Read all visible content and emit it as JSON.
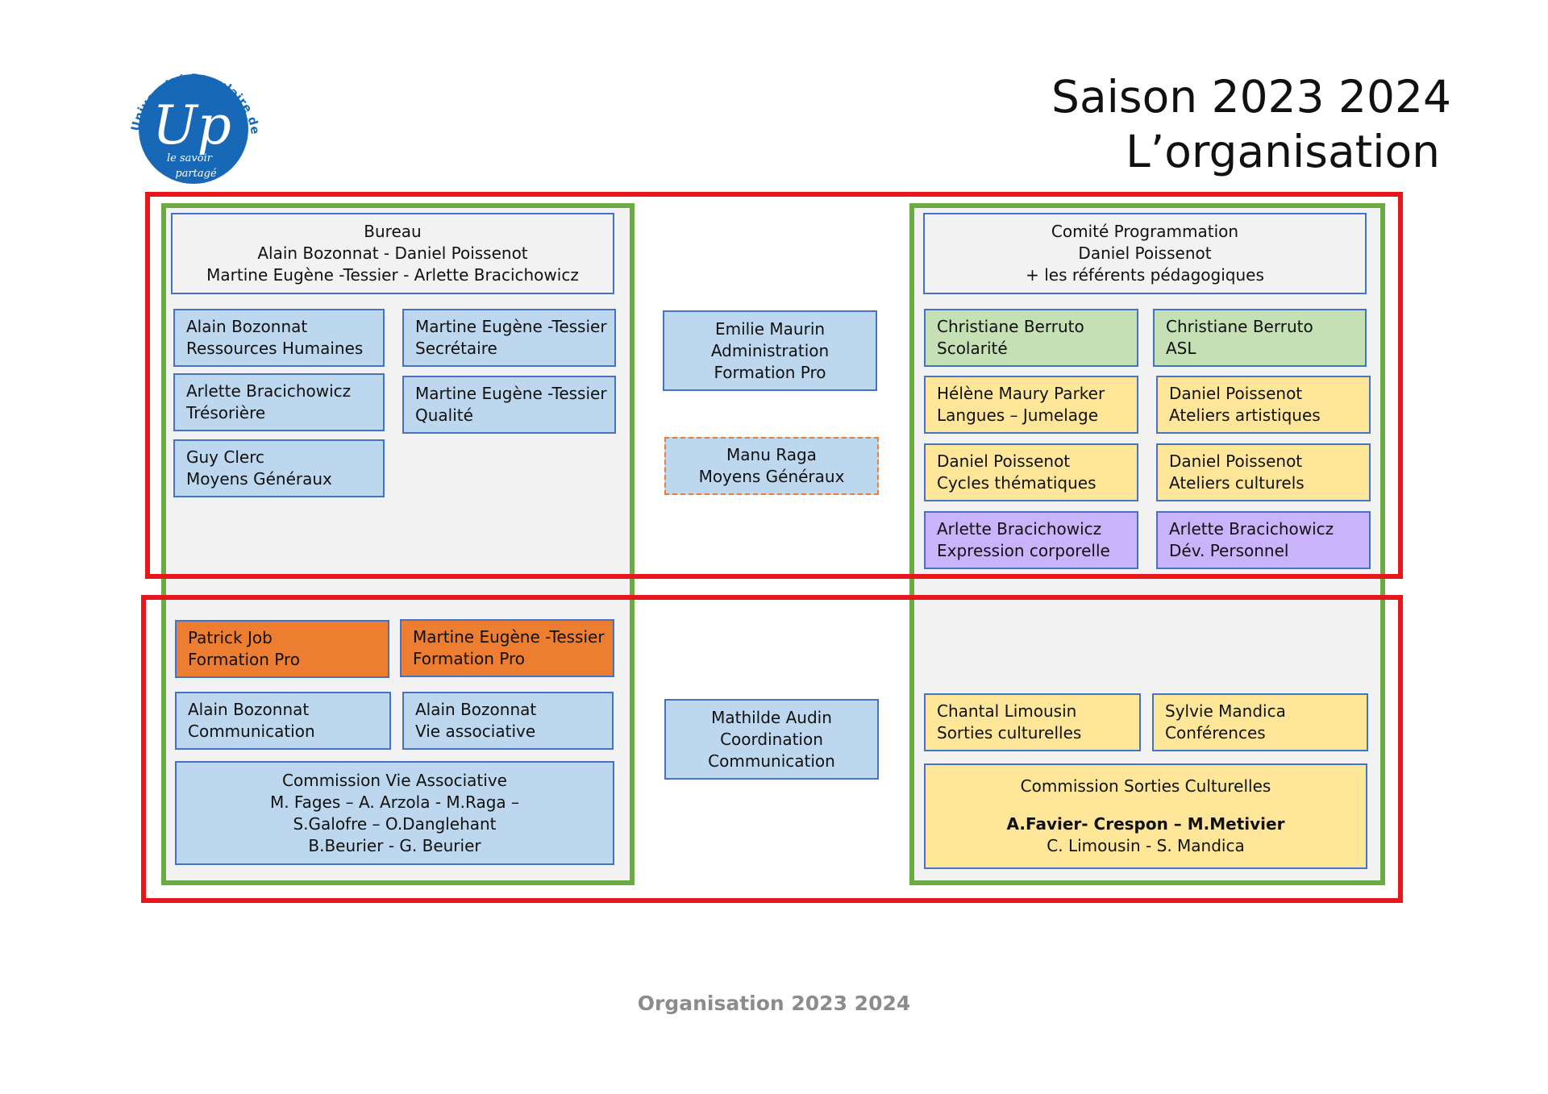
{
  "header": {
    "title_line1": "Saison 2023 2024",
    "title_line2": "L’organisation"
  },
  "logo": {
    "ring_text": "Université Populaire de l'Uzège",
    "initials": "Up",
    "tagline1": "le savoir",
    "tagline2": "partagé",
    "color": "#1769b8"
  },
  "left_top": {
    "bureau": {
      "title": "Bureau",
      "line1": "Alain Bozonnat - Daniel Poissenot",
      "line2": "Martine Eugène -Tessier - Arlette Bracichowicz"
    },
    "rh": {
      "name": "Alain Bozonnat",
      "role": "Ressources Humaines"
    },
    "secretaire": {
      "name": "Martine Eugène -Tessier",
      "role": "Secrétaire"
    },
    "tresoriere": {
      "name": "Arlette Bracichowicz",
      "role": "Trésorière"
    },
    "qualite": {
      "name": "Martine Eugène -Tessier",
      "role": "Qualité"
    },
    "moyens": {
      "name": "Guy Clerc",
      "role": "Moyens Généraux"
    }
  },
  "center": {
    "admin": {
      "name": "Emilie Maurin",
      "role1": "Administration",
      "role2": "Formation Pro"
    },
    "manu": {
      "name": "Manu Raga",
      "role": "Moyens Généraux"
    },
    "mathilde": {
      "name": "Mathilde Audin",
      "role1": "Coordination",
      "role2": "Communication"
    }
  },
  "right_top": {
    "comite": {
      "title": "Comité Programmation",
      "line1": "Daniel Poissenot",
      "line2": "+ les référents pédagogiques"
    },
    "scolarite": {
      "name": "Christiane Berruto",
      "role": "Scolarité"
    },
    "asl": {
      "name": "Christiane Berruto",
      "role": "ASL"
    },
    "langues": {
      "name": "Hélène Maury Parker",
      "role": "Langues – Jumelage"
    },
    "ateliers_art": {
      "name": "Daniel Poissenot",
      "role": "Ateliers artistiques"
    },
    "cycles": {
      "name": "Daniel Poissenot",
      "role": "Cycles thématiques"
    },
    "ateliers_cult": {
      "name": "Daniel Poissenot",
      "role": "Ateliers culturels"
    },
    "expression": {
      "name": "Arlette Bracichowicz",
      "role": "Expression corporelle"
    },
    "dev": {
      "name": "Arlette Bracichowicz",
      "role": "Dév. Personnel"
    }
  },
  "left_bottom": {
    "patrick": {
      "name": "Patrick Job",
      "role": "Formation Pro"
    },
    "martine_fp": {
      "name": "Martine Eugène -Tessier",
      "role": "Formation Pro"
    },
    "comm": {
      "name": "Alain Bozonnat",
      "role": "Communication"
    },
    "vie": {
      "name": "Alain Bozonnat",
      "role": "Vie associative"
    },
    "commission": {
      "title": "Commission Vie Associative",
      "line1": "M. Fages – A. Arzola - M.Raga –",
      "line2": "S.Galofre – O.Danglehant",
      "line3": "B.Beurier - G. Beurier"
    }
  },
  "right_bottom": {
    "chantal": {
      "name": "Chantal Limousin",
      "role": "Sorties culturelles"
    },
    "sylvie": {
      "name": "Sylvie Mandica",
      "role": "Conférences"
    },
    "commission": {
      "title": "Commission Sorties Culturelles",
      "line1": "A.Favier- Crespon – M.Metivier",
      "line2": "C. Limousin - S. Mandica"
    }
  },
  "footer": "Organisation 2023 2024",
  "colors": {
    "frame_red": "#e8161b",
    "frame_green": "#6bab44",
    "box_blue": "#bdd7ee",
    "box_green": "#c5e0b4",
    "box_yellow": "#ffe699",
    "box_purple": "#cbb3fb",
    "box_orange": "#ed7d31",
    "box_border": "#4472c4"
  }
}
